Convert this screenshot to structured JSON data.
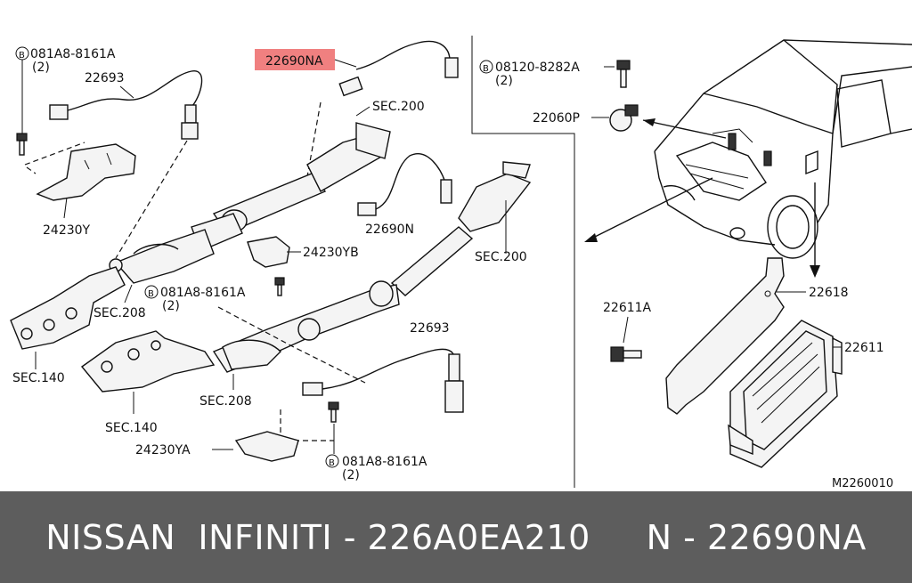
{
  "diagram": {
    "labels": {
      "bolt_081A8_top": "081A8-8161A",
      "bolt_081A8_top_qty": "(2)",
      "sensor_22693_top": "22693",
      "sensor_22690NA": "22690NA",
      "sec200_top": "SEC.200",
      "bolt_08120": "08120-8282A",
      "bolt_08120_qty": "(2)",
      "part_22060P": "22060P",
      "shield_24230Y": "24230Y",
      "sensor_22690N": "22690N",
      "shield_24230YB": "24230YB",
      "sec200_mid": "SEC.200",
      "bolt_081A8_mid": "081A8-8161A",
      "bolt_081A8_mid_qty": "(2)",
      "sec208_top": "SEC.208",
      "sec140_top": "SEC.140",
      "part_22611A": "22611A",
      "part_22618": "22618",
      "sensor_22693_bottom": "22693",
      "part_22611": "22611",
      "sec208_bottom": "SEC.208",
      "sec140_bottom": "SEC.140",
      "shield_24230YA": "24230YA",
      "bolt_081A8_bottom": "081A8-8161A",
      "bolt_081A8_bottom_qty": "(2)",
      "diagram_code": "M2260010",
      "bolt_symbol": "B"
    },
    "highlight_color": "#f08080"
  },
  "footer": {
    "text": "NISSAN  INFINITI - 226A0EA210     N - 22690NA",
    "background": "#5d5d5d"
  }
}
